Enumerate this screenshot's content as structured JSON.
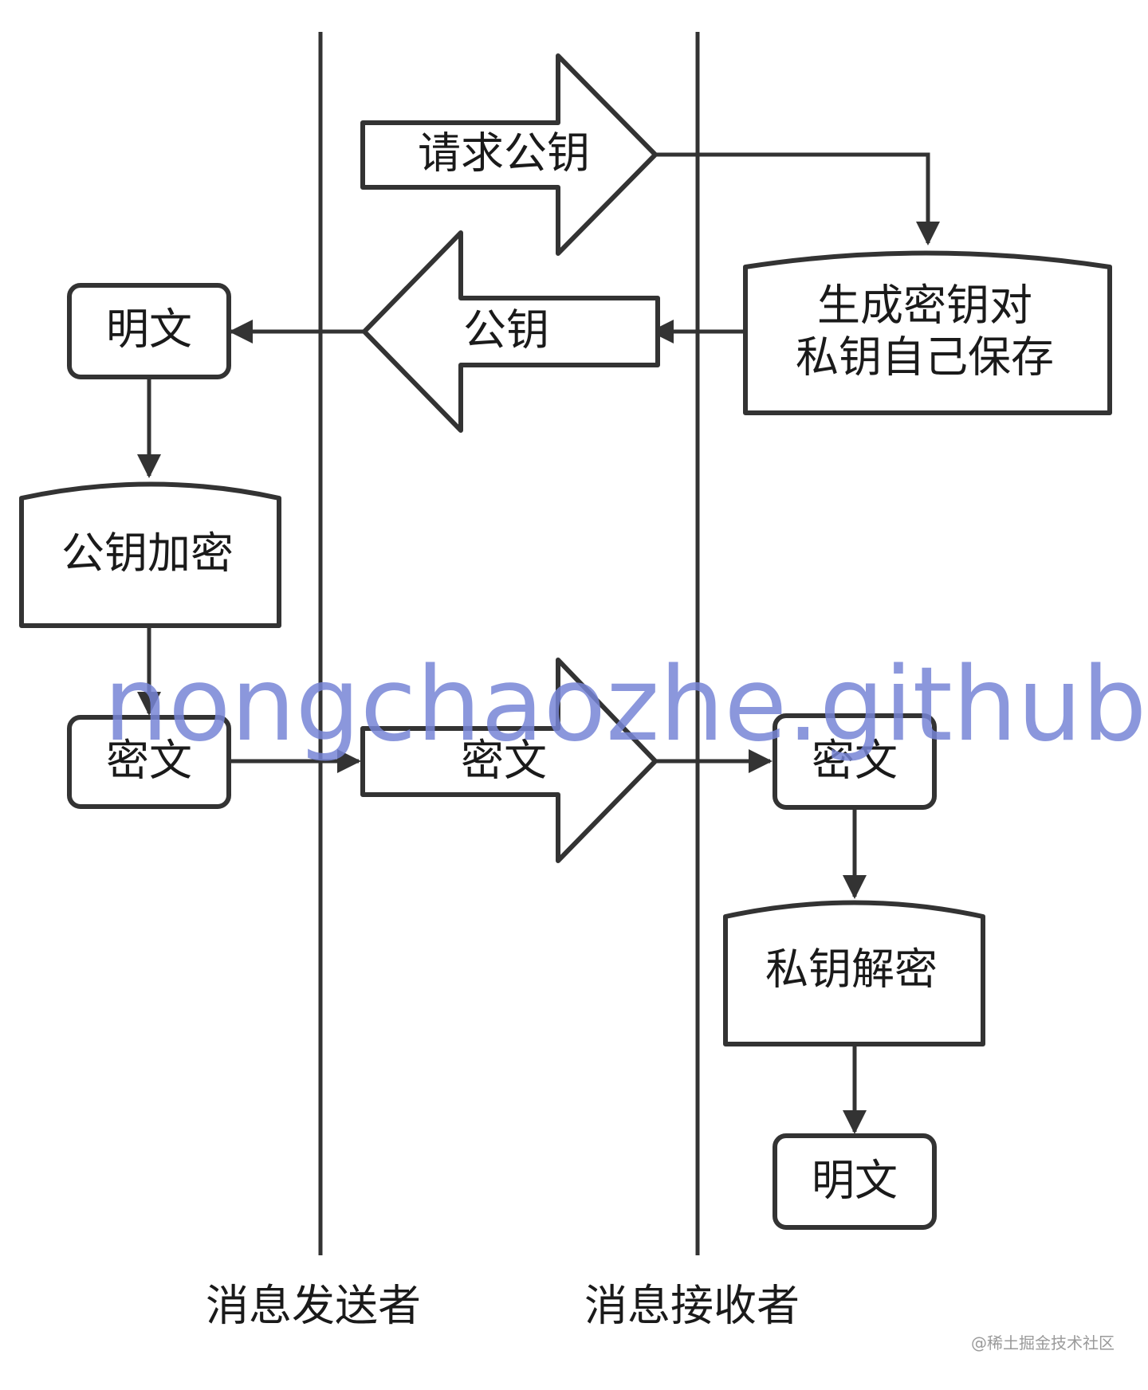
{
  "lanes": {
    "sender": "消息发送者",
    "receiver": "消息接收者"
  },
  "arrows": {
    "request_public_key": "请求公钥",
    "public_key": "公钥",
    "ciphertext_transfer": "密文"
  },
  "sender_nodes": {
    "plaintext": "明文",
    "encrypt": "公钥加密",
    "ciphertext": "密文"
  },
  "receiver_nodes": {
    "keygen_line1": "生成密钥对",
    "keygen_line2": "私钥自己保存",
    "ciphertext": "密文",
    "decrypt": "私钥解密",
    "plaintext": "明文"
  },
  "watermark": "nongchaozhe.github.io",
  "credit": "@稀土掘金技术社区",
  "colors": {
    "stroke": "#333333",
    "watermark": "#7785d6"
  }
}
